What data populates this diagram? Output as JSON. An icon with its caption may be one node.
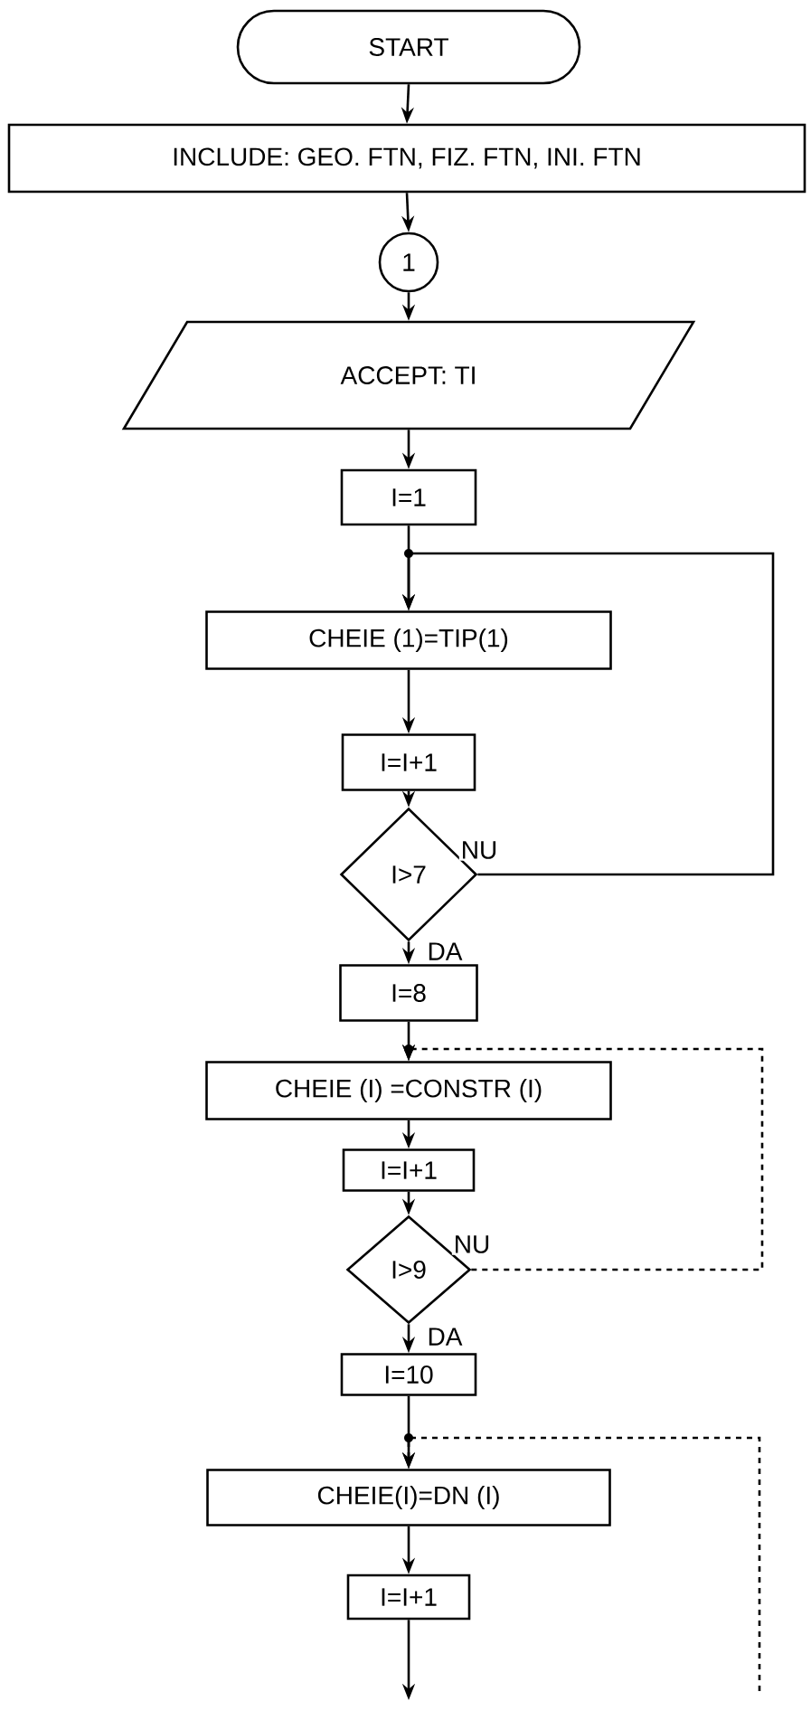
{
  "diagram": {
    "nodes": [
      {
        "text": [
          "START"
        ]
      },
      {
        "text": [
          "INCLUDE: GEO. FTN, FIZ. FTN, INI. FTN"
        ]
      },
      {
        "text": [
          "1"
        ]
      },
      {
        "text": [
          "ACCEPT: TI"
        ]
      },
      {
        "text": [
          "I=1"
        ]
      },
      {
        "text": [
          "CHEIE (1)=TIP(1)"
        ]
      },
      {
        "text": [
          "I=I+1"
        ]
      },
      {
        "text": [
          "I>7"
        ]
      },
      {
        "text": [
          "I=8"
        ]
      },
      {
        "text": [
          "CHEIE (I) =CONSTR (I)"
        ]
      },
      {
        "text": [
          "I=I+1"
        ]
      },
      {
        "text": [
          "I>9"
        ]
      },
      {
        "text": [
          "I=10"
        ]
      },
      {
        "text": [
          "CHEIE(I)=DN (I)"
        ]
      },
      {
        "text": [
          "I=I+1"
        ]
      }
    ],
    "edges": [
      {
        "from": 0,
        "to": 1,
        "arrow": "to"
      },
      {
        "from": 1,
        "to": 2,
        "arrow": "to"
      },
      {
        "from": 2,
        "to": 3,
        "arrow": "to"
      },
      {
        "from": 3,
        "to": 4,
        "arrow": "to"
      },
      {
        "from": 4,
        "to": 5,
        "arrow": "to"
      },
      {
        "from": 5,
        "to": 6,
        "arrow": "to"
      },
      {
        "from": 6,
        "to": 7,
        "arrow": "to"
      },
      {
        "from": 7,
        "to": 8,
        "arrow": "to",
        "label": "DA"
      },
      {
        "from": 7,
        "to": 5,
        "arrow": "to",
        "label": "NU"
      },
      {
        "from": 8,
        "to": 9,
        "arrow": "to"
      },
      {
        "from": 9,
        "to": 10,
        "arrow": "to"
      },
      {
        "from": 10,
        "to": 11,
        "arrow": "to"
      },
      {
        "from": 11,
        "to": 12,
        "arrow": "to",
        "label": "DA"
      },
      {
        "from": 11,
        "to": 9,
        "arrow": "to",
        "label": "NU",
        "style": "dashed"
      },
      {
        "from": 12,
        "to": 13,
        "arrow": "to"
      },
      {
        "from": 13,
        "to": 14,
        "arrow": "to"
      },
      {
        "from": null,
        "to": 13,
        "arrow": "to",
        "style": "dashed"
      },
      {
        "from": 14,
        "to": null,
        "arrow": "to"
      }
    ]
  }
}
